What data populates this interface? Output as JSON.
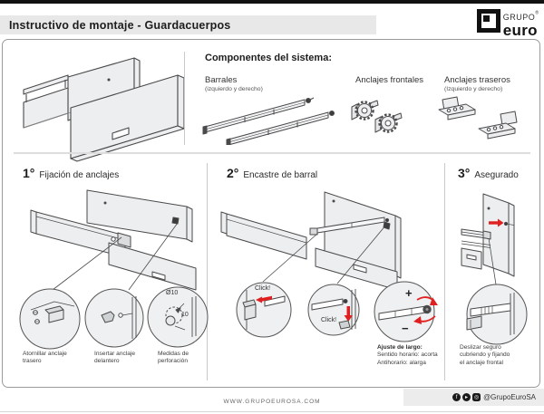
{
  "header": {
    "title": "Instructivo de montaje - Guardacuerpos",
    "logo": {
      "top": "GRUPO",
      "reg": "®",
      "bottom": "euro"
    }
  },
  "components": {
    "title": "Componentes del sistema:",
    "items": [
      {
        "name": "Barrales",
        "sub": "(izquierdo y derecho)"
      },
      {
        "name": "Anclajes frontales",
        "sub": ""
      },
      {
        "name": "Anclajes traseros",
        "sub": "(Izquierdo y derecho)"
      }
    ]
  },
  "steps": [
    {
      "num": "1°",
      "title": "Fijación de anclajes"
    },
    {
      "num": "2°",
      "title": "Encastre de barral"
    },
    {
      "num": "3°",
      "title": "Asegurado"
    }
  ],
  "step1": {
    "labels": [
      "Atornillar anclaje trasero",
      "Insertar anclaje delantero",
      "Medidas de perforación"
    ],
    "dims": {
      "diameter": "Ø10",
      "depth": "10"
    }
  },
  "step2": {
    "click1": "Click!",
    "click2": "Click!",
    "plus": "+",
    "minus": "−",
    "adjust_title": "Ajuste de largo:",
    "adjust_line1": "Sentido horario: acorta",
    "adjust_line2": "Antihorario: alarga"
  },
  "step3": {
    "label": "Deslizar seguro cubriendo y fijando el anclaje frontal"
  },
  "footer": {
    "website": "WWW.GRUPOEUROSA.COM",
    "handle": "@GrupoEuroSA"
  },
  "colors": {
    "accent_red": "#e02020",
    "bar_gray": "#e8e8e8",
    "line": "#4a4a4a",
    "panel": "#eceef0"
  }
}
